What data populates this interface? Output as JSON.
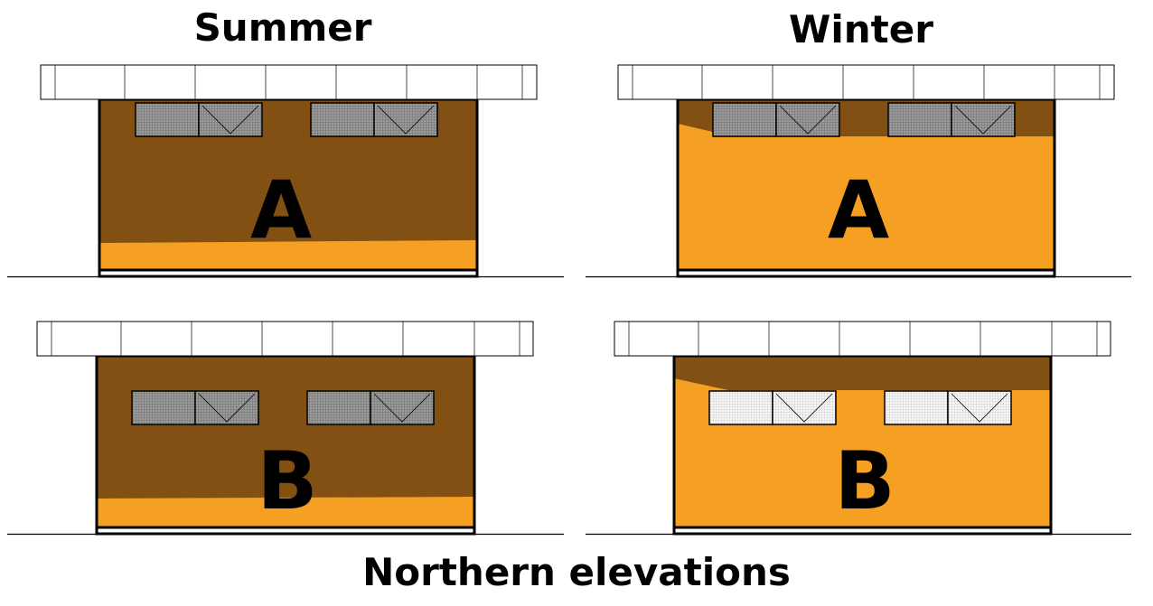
{
  "columns": {
    "summer": "Summer",
    "winter": "Winter"
  },
  "caption": "Northern elevations",
  "panels": [
    {
      "name": "summer-a",
      "season": "Summer",
      "building": "A",
      "glazing": "dark"
    },
    {
      "name": "winter-a",
      "season": "Winter",
      "building": "A",
      "glazing": "dark"
    },
    {
      "name": "summer-b",
      "season": "Summer",
      "building": "B",
      "glazing": "dark"
    },
    {
      "name": "winter-b",
      "season": "Winter",
      "building": "B",
      "glazing": "light"
    }
  ],
  "colors": {
    "shade": "#825012",
    "sunlit": "#F6A023",
    "outline": "#000000",
    "glazing_dark": "#8c8c8c",
    "glazing_light": "#f2f2f2",
    "roof": "#ffffff"
  }
}
